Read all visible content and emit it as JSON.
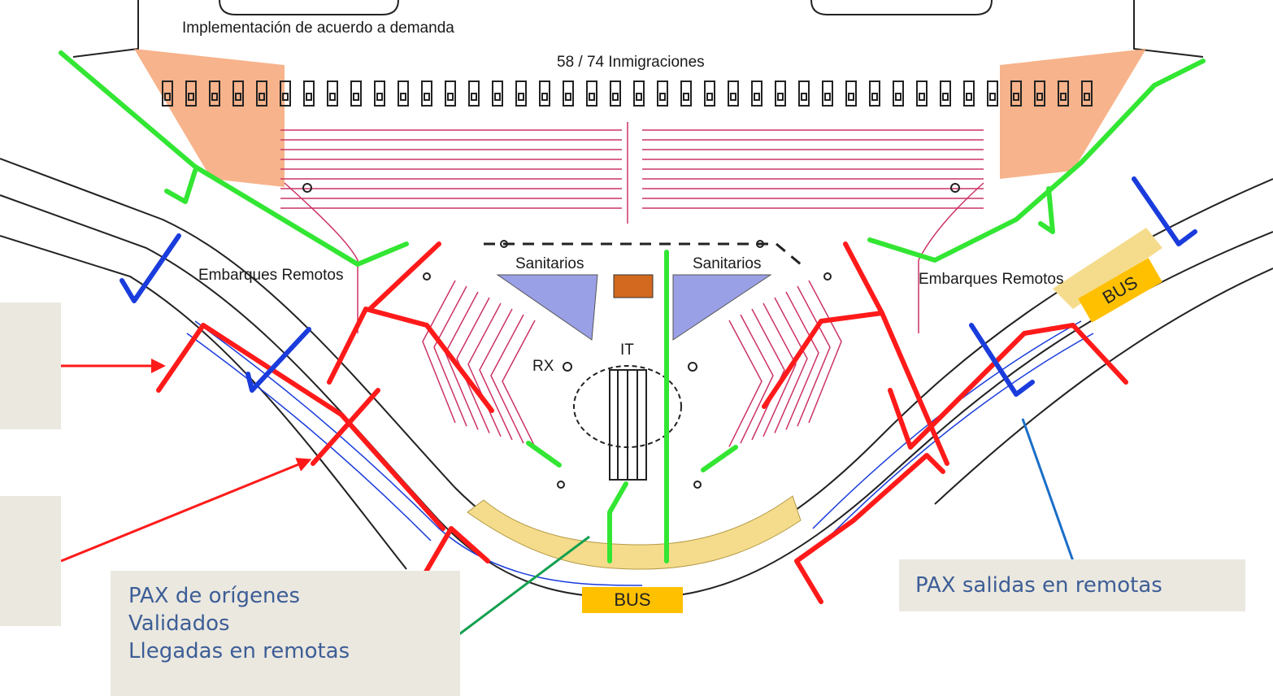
{
  "labels": {
    "implementation": "Implementación de acuerdo a demanda",
    "immigrations": "58 / 74 Inmigraciones",
    "restrooms_left": "Sanitarios",
    "restrooms_right": "Sanitarios",
    "remote_boarding_left": "Embarques Remotos",
    "remote_boarding_right": "Embarques Remotos",
    "rx": "RX",
    "it": "IT"
  },
  "bus": {
    "bottom": "BUS",
    "right": "BUS"
  },
  "callouts": {
    "origins": [
      "PAX de orígenes",
      "Validados",
      "Llegadas en remotas"
    ],
    "departures": "PAX salidas en remotas"
  },
  "colors": {
    "red_flow": "#ff1a1a",
    "green_flow": "#33e633",
    "blue_flow": "#1a3cdc",
    "orange_zone": "#f5a06e",
    "bus_band": "#f5dc8c",
    "sanitary_triangle": "#9aa0e6",
    "callout_bg": "#ebe8e0",
    "callout_text": "#3d5e96"
  }
}
